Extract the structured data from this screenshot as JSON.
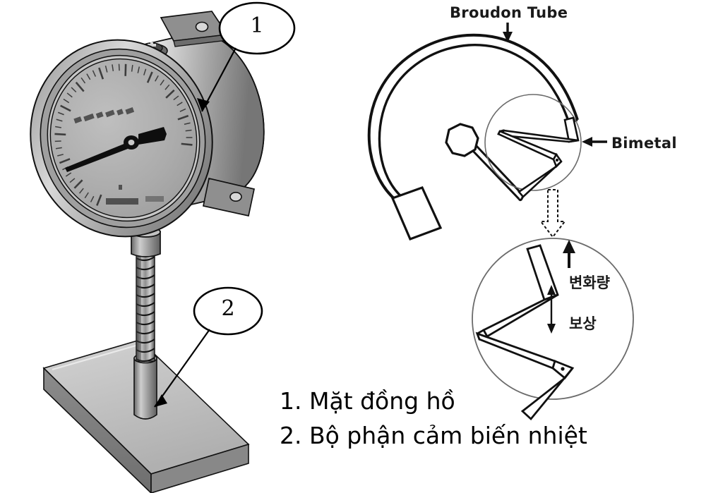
{
  "figure": {
    "title_visible": false,
    "background_color": "#ffffff",
    "line_color": "#000000"
  },
  "left_illustration": {
    "name": "bimetal-dial-thermometer-3d",
    "description_visible": false,
    "parts": {
      "gauge_case": "gauge-case",
      "bezel_ring": "bezel-ring",
      "dial_face": "dial-face",
      "pointer": "pointer-needle",
      "vent_screw": "vent-screw",
      "bracket_upper": "mounting-bracket-upper",
      "bracket_lower": "mounting-bracket-lower",
      "stem_fitting": "hex-fitting",
      "armored_stem": "armored-flexible-stem",
      "ferrule": "stem-ferrule",
      "base_plate": "base-plate"
    },
    "dial": {
      "tick_count_major": 11,
      "tick_count_minor": 44,
      "scale_text_illegible": true,
      "unit_mark": "C",
      "face_color": "#a8a8a8",
      "case_color": "#9a9a9a"
    }
  },
  "callouts": [
    {
      "id": "callout-1",
      "number": "1",
      "target": "gauge-case"
    },
    {
      "id": "callout-2",
      "number": "2",
      "target": "armored-flexible-stem"
    }
  ],
  "captions": {
    "items": [
      {
        "index": "1",
        "text": "1. Mặt đồng hồ"
      },
      {
        "index": "2",
        "text": "2. Bộ phận cảm biến nhiệt"
      }
    ]
  },
  "right_diagram": {
    "name": "bourdon-tube-bimetal-schematic",
    "labels": {
      "bourdon_tube": "Broudon Tube",
      "bimetal": "Bimetal",
      "bimetal_prefix_arrow": "←",
      "change_amount_kr": "변화량",
      "compensation_kr": "보상"
    },
    "elements": {
      "c_tube": "bourdon-tube-c-shape",
      "socket_block": "tube-socket-block",
      "hub": "octagonal-hub",
      "link_rod": "link-rod",
      "bimetal_strip": "bimetal-zigzag-strip",
      "detail_circle_top": "detail-circle-top",
      "detail_circle_zoom": "detail-circle-zoom",
      "zoom_arrow": "dashed-block-arrow-down",
      "arrow_down_to_tube": "arrow-down-broudon",
      "arrow_left_to_bimetal": "arrow-left-bimetal",
      "arrow_up_change": "arrow-up-change",
      "arrow_double_compensation": "arrow-double-compensation"
    }
  }
}
